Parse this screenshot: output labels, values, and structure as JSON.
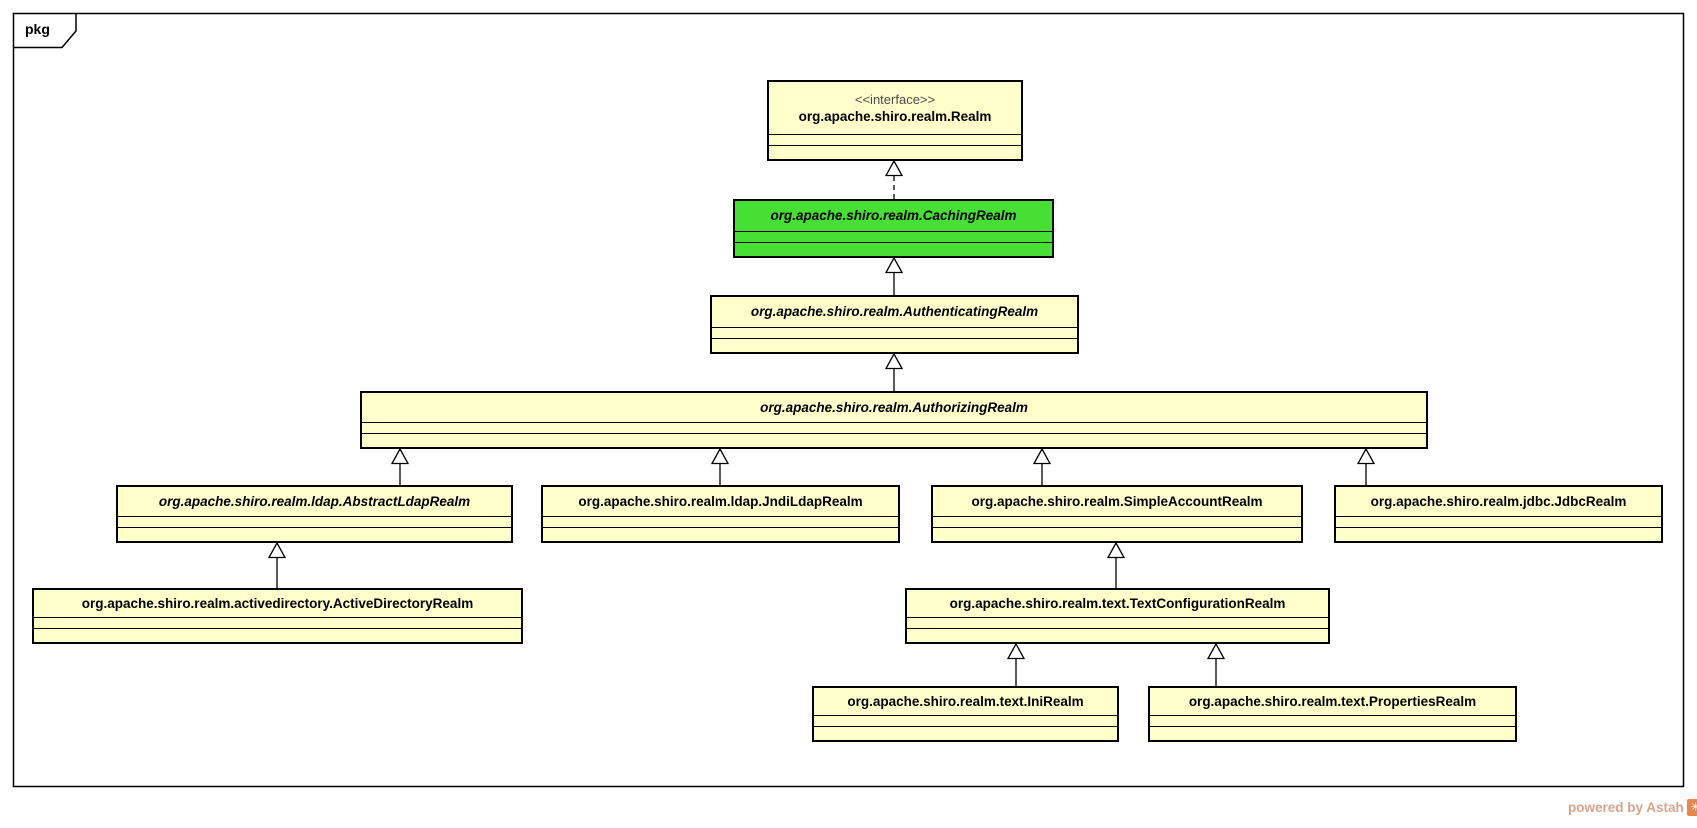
{
  "frame": {
    "tab_label": "pkg"
  },
  "classes": {
    "realm": {
      "stereotype": "<<interface>>",
      "name": "org.apache.shiro.realm.Realm",
      "kind": "interface",
      "fill": "#FFFFCC"
    },
    "caching": {
      "name": "org.apache.shiro.realm.CachingRealm",
      "kind": "abstract-class",
      "fill": "#47DF33"
    },
    "authenticating": {
      "name": "org.apache.shiro.realm.AuthenticatingRealm",
      "kind": "abstract-class",
      "fill": "#FFFFCC"
    },
    "authorizing": {
      "name": "org.apache.shiro.realm.AuthorizingRealm",
      "kind": "abstract-class",
      "fill": "#FFFFCC"
    },
    "abstract_ldap": {
      "name": "org.apache.shiro.realm.ldap.AbstractLdapRealm",
      "kind": "abstract-class",
      "fill": "#FFFFCC"
    },
    "jndi_ldap": {
      "name": "org.apache.shiro.realm.ldap.JndiLdapRealm",
      "kind": "class",
      "fill": "#FFFFCC"
    },
    "simple_account": {
      "name": "org.apache.shiro.realm.SimpleAccountRealm",
      "kind": "class",
      "fill": "#FFFFCC"
    },
    "jdbc": {
      "name": "org.apache.shiro.realm.jdbc.JdbcRealm",
      "kind": "class",
      "fill": "#FFFFCC"
    },
    "active_directory": {
      "name": "org.apache.shiro.realm.activedirectory.ActiveDirectoryRealm",
      "kind": "class",
      "fill": "#FFFFCC"
    },
    "text_configuration": {
      "name": "org.apache.shiro.realm.text.TextConfigurationRealm",
      "kind": "class",
      "fill": "#FFFFCC"
    },
    "ini": {
      "name": "org.apache.shiro.realm.text.IniRealm",
      "kind": "class",
      "fill": "#FFFFCC"
    },
    "properties": {
      "name": "org.apache.shiro.realm.text.PropertiesRealm",
      "kind": "class",
      "fill": "#FFFFCC"
    }
  },
  "relationships": [
    {
      "from": "caching",
      "to": "realm",
      "type": "realization"
    },
    {
      "from": "authenticating",
      "to": "caching",
      "type": "generalization"
    },
    {
      "from": "authorizing",
      "to": "authenticating",
      "type": "generalization"
    },
    {
      "from": "abstract_ldap",
      "to": "authorizing",
      "type": "generalization"
    },
    {
      "from": "jndi_ldap",
      "to": "authorizing",
      "type": "generalization"
    },
    {
      "from": "simple_account",
      "to": "authorizing",
      "type": "generalization"
    },
    {
      "from": "jdbc",
      "to": "authorizing",
      "type": "generalization"
    },
    {
      "from": "active_directory",
      "to": "abstract_ldap",
      "type": "generalization"
    },
    {
      "from": "text_configuration",
      "to": "simple_account",
      "type": "generalization"
    },
    {
      "from": "ini",
      "to": "text_configuration",
      "type": "generalization"
    },
    {
      "from": "properties",
      "to": "text_configuration",
      "type": "generalization"
    }
  ],
  "colors": {
    "class_fill": "#FFFFCC",
    "highlight_fill": "#47DF33",
    "border": "#000000",
    "watermark_text": "#D9A38B",
    "watermark_logo": "#E8874C"
  },
  "watermark": {
    "text": "powered by Astah",
    "logo": "astah-logo-icon"
  }
}
